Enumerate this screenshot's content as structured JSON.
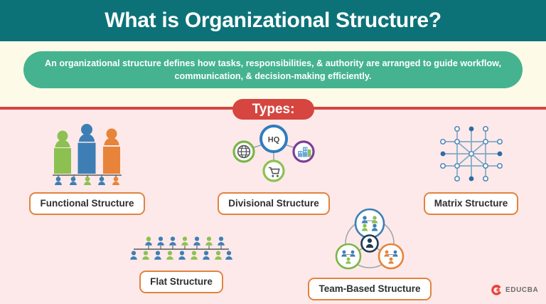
{
  "header": {
    "title": "What is Organizational Structure?",
    "background_color": "#0c7278",
    "title_color": "#ffffff"
  },
  "subtitle": {
    "text": "An organizational structure defines how tasks, responsibilities, & authority are arranged to guide workflow, communication, & decision-making efficiently.",
    "pill_color": "#45b38f",
    "text_color": "#ffffff"
  },
  "types_badge": {
    "label": "Types:",
    "pill_color": "#d6453f",
    "rule_color": "#d6453f"
  },
  "canvas": {
    "cream_color": "#fdfbe7",
    "pink_color": "#fde9e9",
    "label_border_color": "#e2833f",
    "label_text_color": "#2f2f2f"
  },
  "types": [
    {
      "id": "functional",
      "label": "Functional Structure",
      "icon": "three-person-bars-icon",
      "bar_colors": [
        "#8cc152",
        "#3d7fb5",
        "#e8833a"
      ],
      "sub_people_colors": [
        "#3d7fb5",
        "#3d7fb5",
        "#8cc152",
        "#3d7fb5",
        "#e8833a"
      ]
    },
    {
      "id": "divisional",
      "label": "Divisional Structure",
      "icon": "hq-hub-spokes-icon",
      "center_label": "HQ",
      "center_ring_color": "#2f7cc0",
      "nodes": [
        {
          "name": "globe-icon",
          "ring_color": "#7ab648"
        },
        {
          "name": "buildings-icon",
          "ring_color": "#7b3f99"
        },
        {
          "name": "shopping-cart-icon",
          "ring_color": "#8cc152"
        }
      ]
    },
    {
      "id": "matrix",
      "label": "Matrix Structure",
      "icon": "network-grid-icon",
      "node_color": "#2b6ca3",
      "line_color": "#7fa8c9"
    },
    {
      "id": "flat",
      "label": "Flat Structure",
      "icon": "two-rows-people-icon",
      "top_row_count": 7,
      "bottom_row_count": 9,
      "people_colors": [
        "#3d7fb5",
        "#8cc152"
      ]
    },
    {
      "id": "team",
      "label": "Team-Based Structure",
      "icon": "three-team-circles-icon",
      "center_color": "#1e3a55",
      "team_ring_colors": [
        "#3d7fb5",
        "#7ab648",
        "#e8833a"
      ]
    }
  ],
  "brand": {
    "name": "EDUCBA",
    "mark_color": "#e8413a",
    "text_color": "#6d6d6d"
  }
}
